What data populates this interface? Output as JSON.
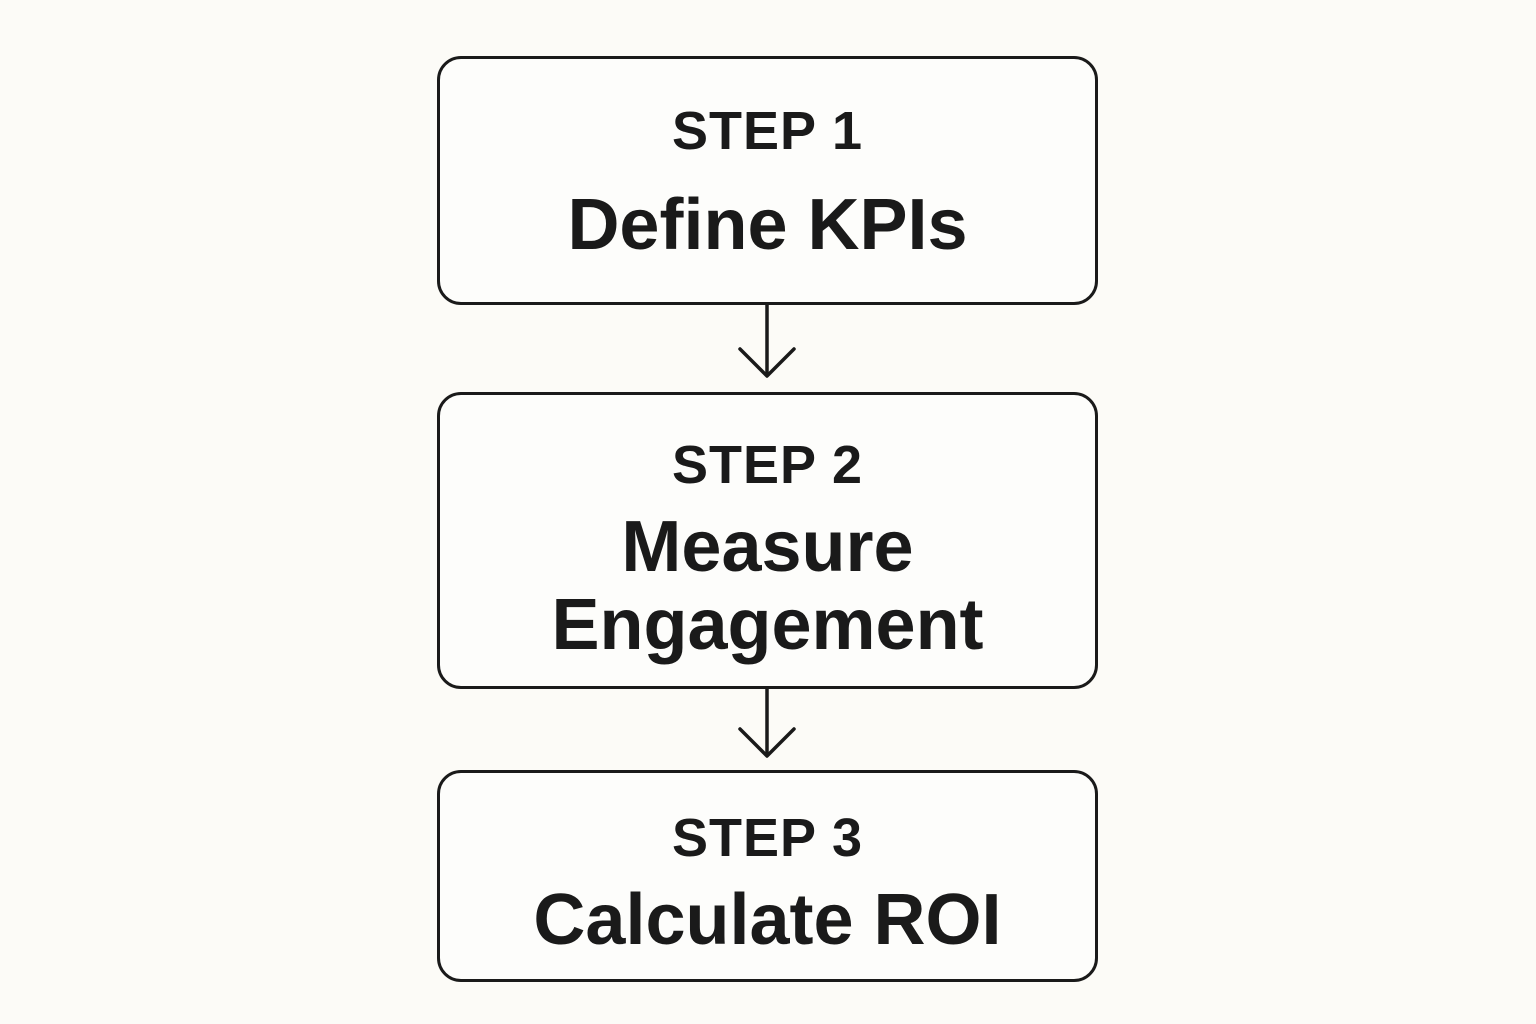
{
  "steps": [
    {
      "label": "STEP 1",
      "title_lines": [
        "Define KPIs"
      ]
    },
    {
      "label": "STEP 2",
      "title_lines": [
        "Measure",
        "Engagement"
      ]
    },
    {
      "label": "STEP 3",
      "title_lines": [
        "Calculate ROI"
      ]
    }
  ],
  "colors": {
    "background": "#fcfbf7",
    "stroke": "#1a1a1a",
    "text": "#1a1a1a"
  },
  "connectors": [
    {
      "from": "STEP 1",
      "to": "STEP 2",
      "icon": "arrow-down-icon"
    },
    {
      "from": "STEP 2",
      "to": "STEP 3",
      "icon": "arrow-down-icon"
    }
  ]
}
